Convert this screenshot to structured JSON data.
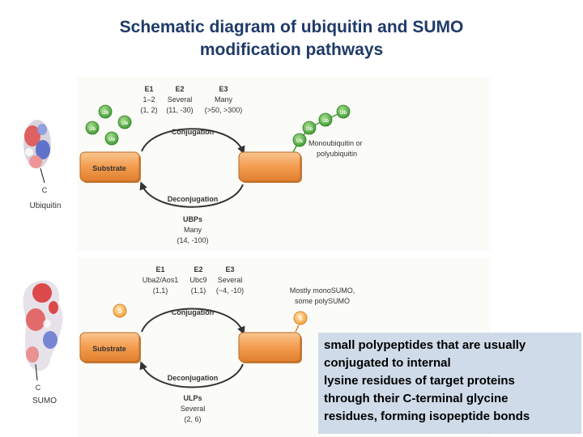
{
  "title": {
    "line1": "Schematic diagram of ubiquitin and SUMO",
    "line2": "modification pathways"
  },
  "ubiquitin_panel": {
    "protein_terminal": "C",
    "protein_name": "Ubiquitin",
    "e1": {
      "label": "E1",
      "count": "1–2",
      "numbers": "(1, 2)"
    },
    "e2": {
      "label": "E2",
      "count": "Several",
      "numbers": "(11, -30)"
    },
    "e3": {
      "label": "E3",
      "count": "Many",
      "numbers": "(>50, >300)"
    },
    "conjugation": "Conjugation",
    "deconjugation": "Deconjugation",
    "substrate": "Substrate",
    "tag": "Ub",
    "product_line1": "Monoubiquitin or",
    "product_line2": "polyubiquitin",
    "deconj_enzyme": "UBPs",
    "deconj_count": "Many",
    "deconj_numbers": "(14, -100)"
  },
  "sumo_panel": {
    "protein_terminal": "C",
    "protein_name": "SUMO",
    "e1": {
      "label": "E1",
      "count": "Uba2/Aos1",
      "numbers": "(1,1)"
    },
    "e2": {
      "label": "E2",
      "count": "Ubc9",
      "numbers": "(1,1)"
    },
    "e3": {
      "label": "E3",
      "count": "Several",
      "numbers": "(~4, -10)"
    },
    "conjugation": "Conjugation",
    "deconjugation": "Deconjugation",
    "substrate": "Substrate",
    "tag": "S",
    "product_line1": "Mostly monoSUMO,",
    "product_line2": "some polySUMO",
    "deconj_enzyme": "ULPs",
    "deconj_count": "Several",
    "deconj_numbers": "(2, 6)"
  },
  "description": {
    "line1": "small polypeptides that are usually",
    "line2": "conjugated to internal",
    "line3": "lysine residues of target proteins",
    "line4": "through their C-terminal glycine",
    "line5": "residues,  forming isopeptide bonds"
  },
  "colors": {
    "title": "#1f3a68",
    "substrate_orange": "#f2a25c",
    "ub_green": "#5cb84a",
    "sumo_orange": "#f5a340",
    "textbox_bg": "#cfdbe9"
  }
}
